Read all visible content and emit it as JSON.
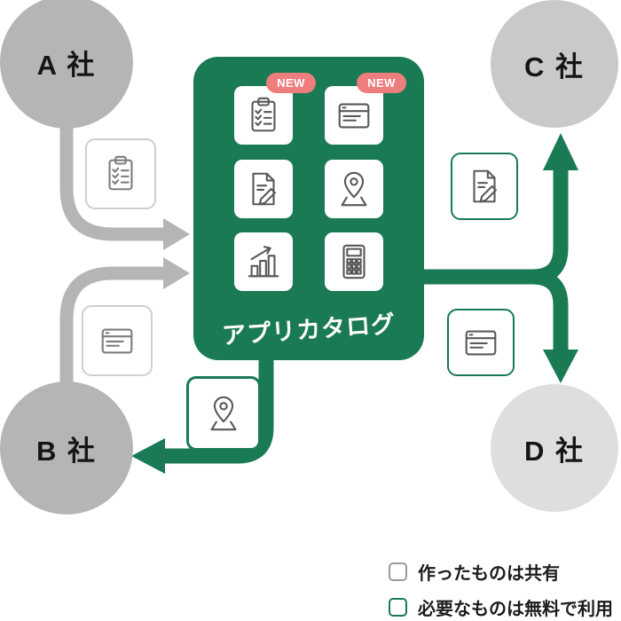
{
  "diagram": {
    "companies": {
      "a": {
        "label": "A 社"
      },
      "b": {
        "label": "B 社"
      },
      "c": {
        "label": "C 社"
      },
      "d": {
        "label": "D 社"
      }
    },
    "catalog": {
      "label": "アプリカタログ",
      "new_badge_label": "NEW",
      "tiles": [
        {
          "icon": "clipboard-checklist-icon",
          "has_new_badge": true
        },
        {
          "icon": "browser-card-icon",
          "has_new_badge": true
        },
        {
          "icon": "document-edit-icon",
          "has_new_badge": false
        },
        {
          "icon": "map-pin-icon",
          "has_new_badge": false
        },
        {
          "icon": "bar-chart-growth-icon",
          "has_new_badge": false
        },
        {
          "icon": "calculator-icon",
          "has_new_badge": false
        }
      ]
    },
    "chips": [
      {
        "icon": "clipboard-checklist-icon",
        "style": "gray-outline",
        "position": "left-upper"
      },
      {
        "icon": "browser-card-icon",
        "style": "gray-outline",
        "position": "left-lower"
      },
      {
        "icon": "document-edit-icon",
        "style": "green-outline",
        "position": "right-upper"
      },
      {
        "icon": "browser-card-icon",
        "style": "green-outline",
        "position": "right-lower"
      },
      {
        "icon": "map-pin-icon",
        "style": "green-outline",
        "position": "bottom-left"
      }
    ],
    "arrows": [
      {
        "name": "company-a-to-catalog",
        "color": "gray"
      },
      {
        "name": "company-b-to-catalog",
        "color": "gray"
      },
      {
        "name": "catalog-to-company-c",
        "color": "green"
      },
      {
        "name": "catalog-to-company-d",
        "color": "green"
      },
      {
        "name": "catalog-to-company-b",
        "color": "green"
      }
    ],
    "legend": {
      "items": [
        {
          "swatch": "gray-outline",
          "label": "作ったものは共有"
        },
        {
          "swatch": "green-outline",
          "label": "必要なものは無料で利用"
        }
      ]
    },
    "colors": {
      "green": "#1a7a54",
      "gray_circle_dark": "#b5b5b5",
      "gray_circle_medium": "#c9c9c9",
      "gray_circle_light": "#dedede",
      "gray_arrow": "#b5b5b5",
      "new_badge": "#ee7e7e",
      "tile_background": "#ffffff"
    }
  }
}
